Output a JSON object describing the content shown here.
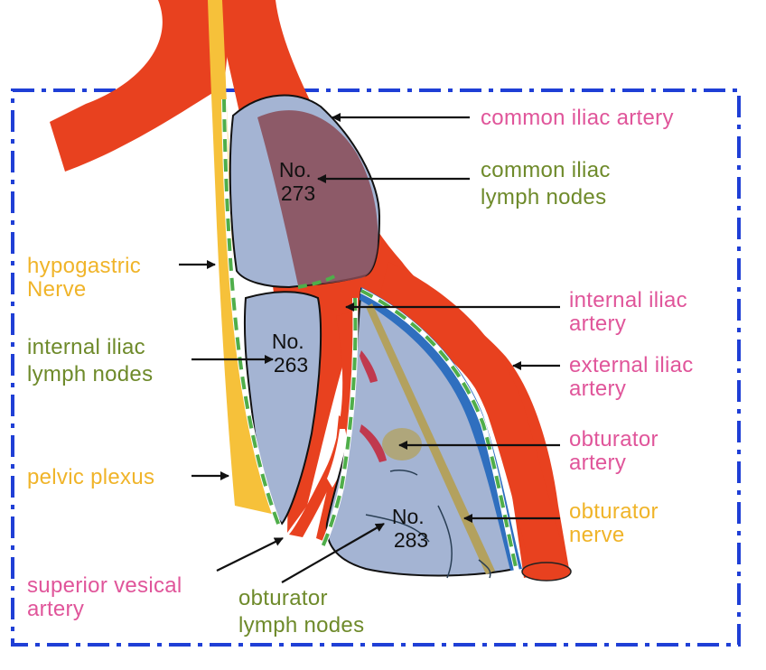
{
  "colors": {
    "artery": "#e8411f",
    "vein": "#2f6fbf",
    "nerve": "#f6c13a",
    "obturator_nerve": "#b3a15e",
    "lymph_region": "#a4b4d3",
    "common_node_region": "#8a4a55",
    "dissection_line": "#4fae4a",
    "frame": "#1f3fd6",
    "label_artery": "#e0559a",
    "label_lymph": "#6e8a2a",
    "label_nerve": "#f0b429"
  },
  "labels": {
    "common_iliac_artery": "common iliac artery",
    "common_iliac_nodes": [
      "common iliac",
      "lymph nodes"
    ],
    "hypogastric_nerve": [
      "hypogastric",
      "Nerve"
    ],
    "internal_iliac_artery": [
      "internal iliac",
      "artery"
    ],
    "internal_iliac_nodes": [
      "internal iliac",
      "lymph nodes"
    ],
    "external_iliac_artery": [
      "external iliac",
      "artery"
    ],
    "obturator_artery": [
      "obturator",
      "artery"
    ],
    "pelvic_plexus": "pelvic plexus",
    "obturator_nerve": [
      "obturator",
      "nerve"
    ],
    "superior_vesical_artery": [
      "superior vesical",
      "artery"
    ],
    "obturator_nodes": [
      "obturator",
      "lymph nodes"
    ]
  },
  "stations": {
    "no273": [
      "No.",
      "273"
    ],
    "no263": [
      "No.",
      "263"
    ],
    "no283": [
      "No.",
      "283"
    ]
  }
}
